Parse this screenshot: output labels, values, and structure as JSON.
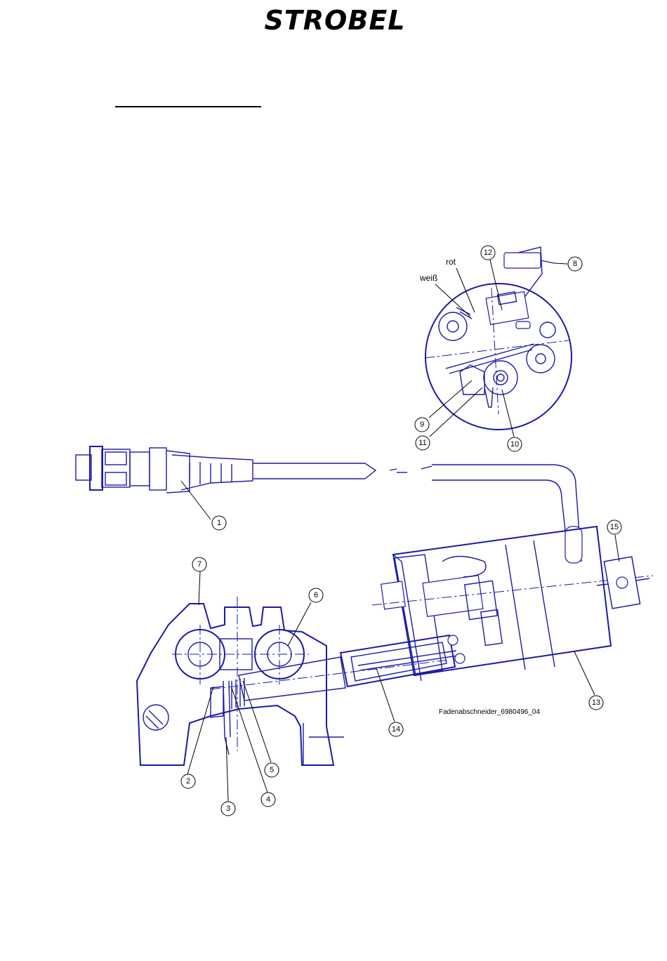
{
  "brand": {
    "logo_text": "STROBEL"
  },
  "diagram": {
    "wire_labels": {
      "red": "rot",
      "white": "weiß"
    },
    "caption": "Fadenabschneider_6980496_04",
    "callouts": [
      "1",
      "2",
      "3",
      "4",
      "5",
      "6",
      "7",
      "8",
      "9",
      "10",
      "11",
      "12",
      "13",
      "14",
      "15"
    ]
  },
  "colors": {
    "line": "#1a1aa8",
    "leader": "#000000",
    "background": "#ffffff"
  }
}
